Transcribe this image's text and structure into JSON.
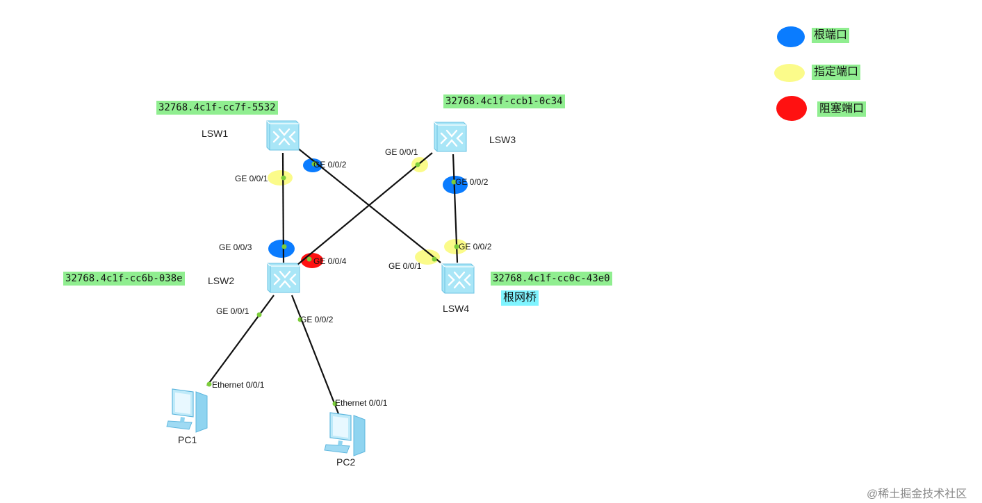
{
  "colors": {
    "root_port": "#0a7cff",
    "designated_port": "#fbfb8a",
    "blocked_port": "#ff1111",
    "label_bg": "#90ee90",
    "root_bridge_bg": "#7ff4ff",
    "link": "#111111",
    "port_dot": "#7ccd3a"
  },
  "legend": [
    {
      "label": "根端口",
      "kind": "root_port"
    },
    {
      "label": "指定端口",
      "kind": "designated_port"
    },
    {
      "label": "阻塞端口",
      "kind": "blocked_port"
    }
  ],
  "devices": {
    "lsw1": {
      "name": "LSW1",
      "bridge_id": "32768.4c1f-cc7f-5532",
      "icon": "switch-icon"
    },
    "lsw2": {
      "name": "LSW2",
      "bridge_id": "32768.4c1f-cc6b-038e",
      "icon": "switch-icon"
    },
    "lsw3": {
      "name": "LSW3",
      "bridge_id": "32768.4c1f-ccb1-0c34",
      "icon": "switch-icon"
    },
    "lsw4": {
      "name": "LSW4",
      "bridge_id": "32768.4c1f-cc0c-43e0",
      "icon": "switch-icon",
      "tag": "根网桥"
    },
    "pc1": {
      "name": "PC1",
      "icon": "pc-icon"
    },
    "pc2": {
      "name": "PC2",
      "icon": "pc-icon"
    }
  },
  "ports": {
    "lsw1_g1": {
      "label": "GE 0/0/1",
      "role": "designated_port"
    },
    "lsw1_g2": {
      "label": "GE 0/0/2",
      "role": "root_port"
    },
    "lsw3_g1": {
      "label": "GE 0/0/1",
      "role": "designated_port"
    },
    "lsw3_g2": {
      "label": "GE 0/0/2",
      "role": "root_port"
    },
    "lsw2_g3": {
      "label": "GE 0/0/3",
      "role": "root_port"
    },
    "lsw2_g4": {
      "label": "GE 0/0/4",
      "role": "blocked_port"
    },
    "lsw4_g2": {
      "label": "GE 0/0/2",
      "role": "designated_port"
    },
    "lsw4_g1": {
      "label": "GE 0/0/1",
      "role": "designated_port"
    },
    "lsw2_g1": {
      "label": "GE 0/0/1"
    },
    "lsw2_g2": {
      "label": "GE 0/0/2"
    },
    "pc1_eth": {
      "label": "Ethernet 0/0/1"
    },
    "pc2_eth": {
      "label": "Ethernet 0/0/1"
    }
  },
  "watermark": "@稀土掘金技术社区"
}
